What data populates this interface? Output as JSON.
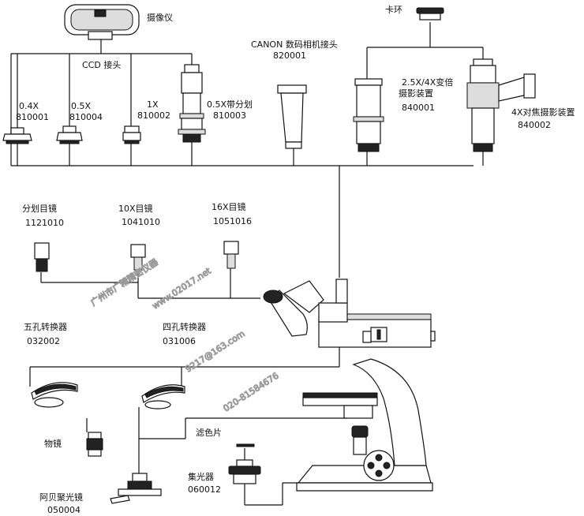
{
  "top": {
    "camera": "摄像仪",
    "ccd": "CCD 接头",
    "clamp_ring": "卡环",
    "canon": {
      "name": "CANON 数码相机接头",
      "code": "820001"
    },
    "a04": {
      "name": "0.4X",
      "code": "810001"
    },
    "a05": {
      "name": "0.5X",
      "code": "810004"
    },
    "a1": {
      "name": "1X",
      "code": "810002"
    },
    "a05r": {
      "name": "0.5X带分划",
      "code": "810003"
    },
    "zoom": {
      "name": "2.5X/4X变倍",
      "name2": "摄影装置",
      "code": "840001"
    },
    "focus": {
      "name": "4X对焦摄影装置",
      "code": "840002"
    }
  },
  "eyepieces": {
    "reticle": {
      "name": "分划目镜",
      "code": "1121010"
    },
    "e10": {
      "name": "10X目镜",
      "code": "1041010"
    },
    "e16": {
      "name": "16X目镜",
      "code": "1051016"
    }
  },
  "nosepieces": {
    "five": {
      "name": "五孔转换器",
      "code": "032002"
    },
    "four": {
      "name": "四孔转换器",
      "code": "031006"
    }
  },
  "lower": {
    "objective": "物镜",
    "filter": "滤色片",
    "condenser": {
      "name": "集光器",
      "code": "060012"
    },
    "abbe": {
      "name": "阿贝聚光镜",
      "code": "050004"
    }
  },
  "watermark": {
    "line1": "广州市广精精密仪器",
    "line2": "www.02017.net",
    "line3": "9217@163.com",
    "line4": "020-81584676"
  }
}
